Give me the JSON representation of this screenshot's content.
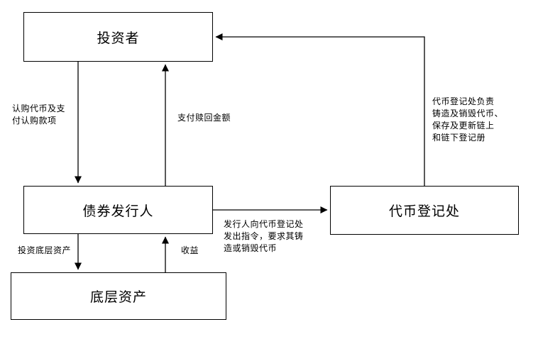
{
  "diagram": {
    "background_color": "#ffffff",
    "line_color": "#000000",
    "nodes": {
      "investor": {
        "label": "投资者"
      },
      "issuer": {
        "label": "债券发行人"
      },
      "registry": {
        "label": "代币登记处"
      },
      "assets": {
        "label": "底层资产"
      }
    },
    "edges": {
      "subscribe": {
        "from": "投资者",
        "to": "债券发行人",
        "label": "认购代币及支\n付认购款项"
      },
      "redeem": {
        "from": "债券发行人",
        "to": "投资者",
        "label": "支付赎回金额"
      },
      "registry_duty": {
        "from": "代币登记处",
        "to": "投资者",
        "label": "代币登记处负责\n铸造及销毁代币、\n保存及更新链上\n和链下登记册"
      },
      "instruct": {
        "from": "债券发行人",
        "to": "代币登记处",
        "label": "发行人向代币登记处\n发出指令，要求其铸\n造或销毁代币"
      },
      "invest": {
        "from": "债券发行人",
        "to": "底层资产",
        "label": "投资底层资产"
      },
      "income": {
        "from": "底层资产",
        "to": "债券发行人",
        "label": "收益"
      }
    }
  }
}
